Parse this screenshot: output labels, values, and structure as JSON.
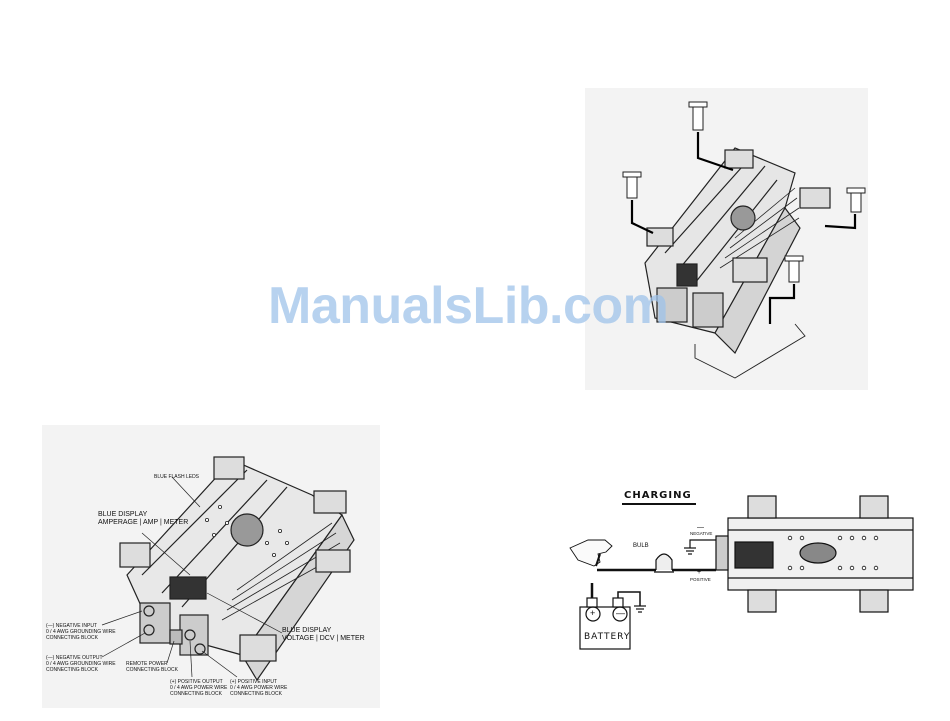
{
  "watermark": "ManualsLib.com",
  "top_right_figure": {},
  "bottom_left_figure": {
    "labels": {
      "blue_flash_leds": "BLUE FLASH LEDS",
      "blue_display_amperage": "BLUE DISPLAY\nAMPERAGE | AMP | METER",
      "blue_display_voltage": "BLUE DISPLAY\nVOLTAGE | DCV | METER",
      "negative_input": "(—) NEGATIVE INPUT\n0 / 4 AWG GROUNDING WIRE\nCONNECTING BLOCK",
      "negative_output": "(—) NEGATIVE OUTPUT\n0 / 4 AWG GROUNDING WIRE\nCONNECTING BLOCK",
      "remote_power": "REMOTE POWER\nCONNECTING BLOCK",
      "positive_output": "(+) POSITIVE OUTPUT\n0 / 4 AWG POWER WIRE\nCONNECTING BLOCK",
      "positive_input": "(+) POSITIVE INPUT\n0 / 4 AWG POWER WIRE\nCONNECTING BLOCK"
    }
  },
  "charging_figure": {
    "title": "CHARGING",
    "bulb": "BULB",
    "negative": "NEGATIVE",
    "positive": "POSITIVE",
    "battery": "BATTERY",
    "battery_plus": "+",
    "battery_minus": "—",
    "wire_minus": "—",
    "wire_plus": "+"
  },
  "colors": {
    "panel_bg": "#f3f3f3",
    "watermark": "#9fc3ea",
    "ink": "#111111"
  }
}
